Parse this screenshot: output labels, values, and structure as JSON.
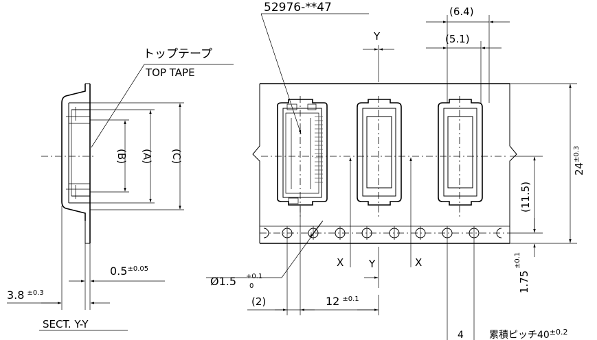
{
  "labels": {
    "part_number": "52976-**47",
    "top_tape_jp": "トップテープ",
    "top_tape_en": "TOP TAPE",
    "section": "SECT. Y-Y",
    "dim_b": "(B)",
    "dim_a": "(A)",
    "dim_c": "(C)",
    "dim_64": "(6.4)",
    "dim_51": "(5.1)",
    "dim_115": "(11.5)",
    "dim_24": "24",
    "dim_24_tol": "±0.3",
    "dim_175": "1.75",
    "dim_175_tol": "±0.1",
    "dim_05": "0.5",
    "dim_05_tol": "±0.05",
    "dim_38": "3.8",
    "dim_38_tol": "±0.3",
    "dim_hole": "Ø1.5",
    "dim_hole_tol_plus": "+0.1",
    "dim_hole_tol_minus": "0",
    "dim_2": "(2)",
    "dim_12": "12",
    "dim_12_tol": "±0.1",
    "pitch_count": "4",
    "pitch_text": "累積ピッチ40",
    "pitch_tol": "±0.2",
    "mark_y_top": "Y",
    "mark_y_bottom": "Y",
    "mark_x_left": "X",
    "mark_x_right": "X"
  }
}
